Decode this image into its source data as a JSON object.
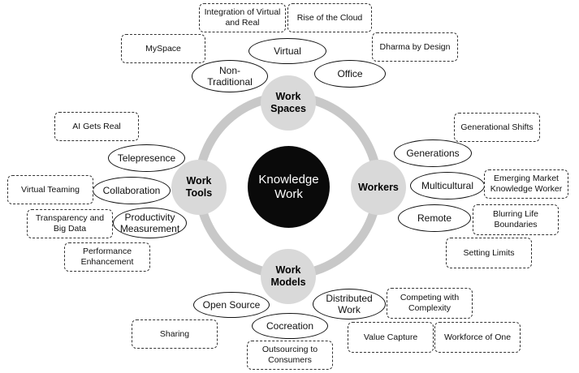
{
  "center": {
    "label": "Knowledge\nWork"
  },
  "hubs": {
    "spaces": "Work\nSpaces",
    "tools": "Work\nTools",
    "workers": "Workers",
    "models": "Work\nModels"
  },
  "ovals": {
    "virtual": "Virtual",
    "non_traditional": "Non-\nTraditional",
    "office": "Office",
    "telepresence": "Telepresence",
    "collaboration": "Collaboration",
    "productivity": "Productivity\nMeasurement",
    "generations": "Generations",
    "multicultural": "Multicultural",
    "remote": "Remote",
    "open_source": "Open Source",
    "distributed_work": "Distributed\nWork",
    "cocreation": "Cocreation"
  },
  "boxes": {
    "integration": "Integration of  Virtual\nand Real",
    "rise_cloud": "Rise of the Cloud",
    "myspace": "MySpace",
    "dharma": "Dharma by Design",
    "ai_real": "AI Gets Real",
    "virtual_teaming": "Virtual Teaming",
    "transparency": "Transparency and\nBig Data",
    "performance": "Performance\nEnhancement",
    "generational_shifts": "Generational Shifts",
    "emerging_market": "Emerging Market\nKnowledge Worker",
    "blurring": "Blurring Life\nBoundaries",
    "setting_limits": "Setting Limits",
    "competing": "Competing with\nComplexity",
    "sharing": "Sharing",
    "value_capture": "Value Capture",
    "workforce_one": "Workforce of One",
    "outsourcing": "Outsourcing to\nConsumers"
  },
  "colors": {
    "ring": "#c8c8c8",
    "hub_fill": "#d9d9d9",
    "core_fill": "#0a0a0a",
    "outline": "#111111"
  }
}
